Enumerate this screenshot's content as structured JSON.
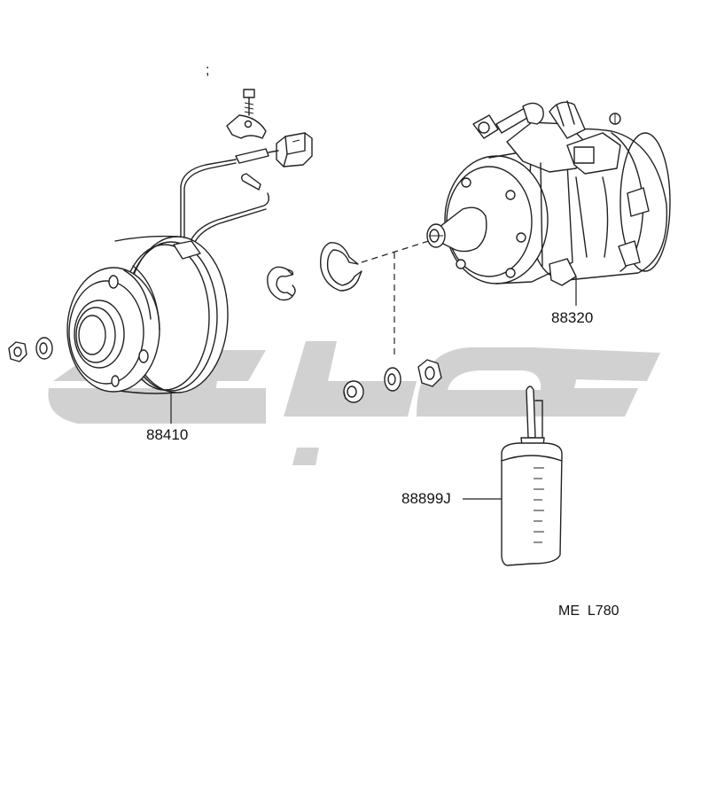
{
  "parts": [
    {
      "id": "clutch",
      "number": "88410"
    },
    {
      "id": "compressor",
      "number": "88320"
    },
    {
      "id": "oil",
      "number": "88899J"
    }
  ],
  "figure_code": "ME  L780",
  "stray_mark": ";"
}
